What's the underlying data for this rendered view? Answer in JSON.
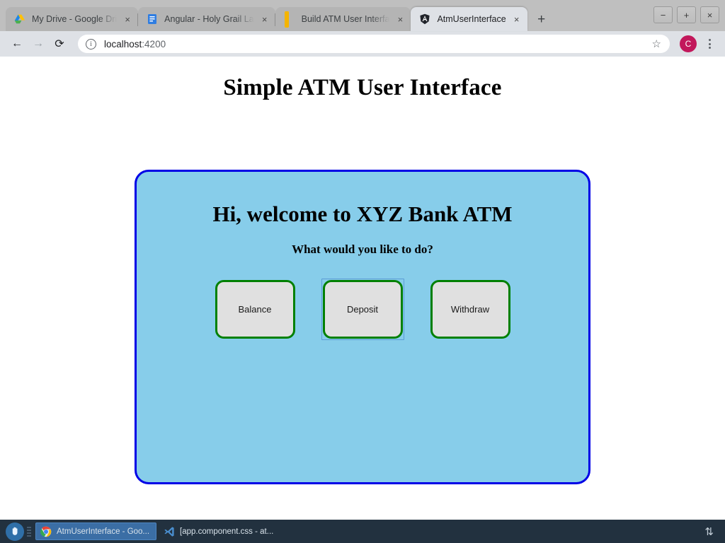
{
  "browser": {
    "tabs": [
      {
        "title": "My Drive - Google Dri",
        "favicon": "google-drive-icon",
        "close_label": "×",
        "active": false
      },
      {
        "title": "Angular - Holy Grail La",
        "favicon": "google-docs-icon",
        "close_label": "×",
        "active": false
      },
      {
        "title": "Build ATM User Interfa",
        "favicon": "yellow-square-icon",
        "close_label": "×",
        "active": false
      },
      {
        "title": "AtmUserInterface",
        "favicon": "angular-icon",
        "close_label": "×",
        "active": true
      }
    ],
    "new_tab_label": "+",
    "window_controls": {
      "minimize": "−",
      "maximize": "+",
      "close": "×"
    },
    "toolbar": {
      "back_label": "←",
      "forward_label": "→",
      "reload_label": "⟳",
      "site_info_icon": "info-circle-icon",
      "url_host": "localhost",
      "url_port": ":4200",
      "bookmark_label": "☆",
      "profile_initial": "C",
      "menu_label": "kebab-menu-icon"
    }
  },
  "page": {
    "title": "Simple ATM User Interface",
    "panel": {
      "welcome": "Hi, welcome to XYZ Bank ATM",
      "question": "What would you like to do?",
      "buttons": [
        {
          "label": "Balance",
          "focused": false
        },
        {
          "label": "Deposit",
          "focused": true
        },
        {
          "label": "Withdraw",
          "focused": false
        }
      ]
    },
    "colors": {
      "panel_background": "#87cdea",
      "panel_border": "#0000e6",
      "button_background": "#e0e0e0",
      "button_border": "#008000",
      "focus_ring": "#5b9bd5"
    }
  },
  "taskbar": {
    "start_icon": "apps-hand-icon",
    "items": [
      {
        "label": "AtmUserInterface - Goo...",
        "icon": "chrome-icon",
        "active": true
      },
      {
        "label": "[app.component.css - at...",
        "icon": "vscode-icon",
        "active": false
      }
    ],
    "tray": {
      "network_icon": "network-updown-icon",
      "network_glyph": "⇅"
    }
  }
}
